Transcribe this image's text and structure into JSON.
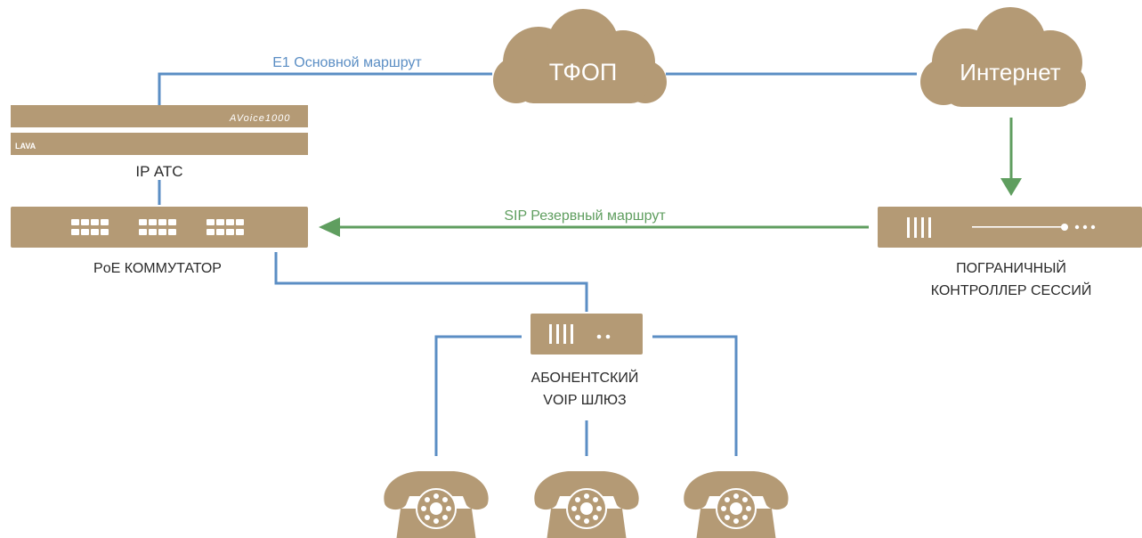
{
  "colors": {
    "device": "#b49a75",
    "device_dark": "#a48a66",
    "blue_line": "#5b8ec4",
    "green_line": "#5f9e5f",
    "label_text": "#2a2a2a",
    "cloud_text": "#ffffff"
  },
  "clouds": {
    "pstn": "ТФОП",
    "internet": "Интернет"
  },
  "routes": {
    "primary": "E1 Основной маршрут",
    "backup": "SIP Резервный маршрут"
  },
  "devices": {
    "ip_pbx": {
      "label": "IP АТС",
      "brand_text": "AVoice1000",
      "logo_text": "LAVA",
      "icon": "pbx-rack-icon"
    },
    "poe_switch": {
      "label": "PoE КОММУТАТОР",
      "icon": "switch-icon"
    },
    "sbc": {
      "label_line1": "ПОГРАНИЧНЫЙ",
      "label_line2": "КОНТРОЛЛЕР СЕССИЙ",
      "icon": "sbc-icon"
    },
    "gateway": {
      "label_line1": "АБОНЕНТСКИЙ",
      "label_line2": "VOIP ШЛЮЗ",
      "icon": "gateway-icon"
    }
  },
  "phones": [
    {
      "icon": "rotary-phone-icon"
    },
    {
      "icon": "rotary-phone-icon"
    },
    {
      "icon": "rotary-phone-icon"
    }
  ]
}
